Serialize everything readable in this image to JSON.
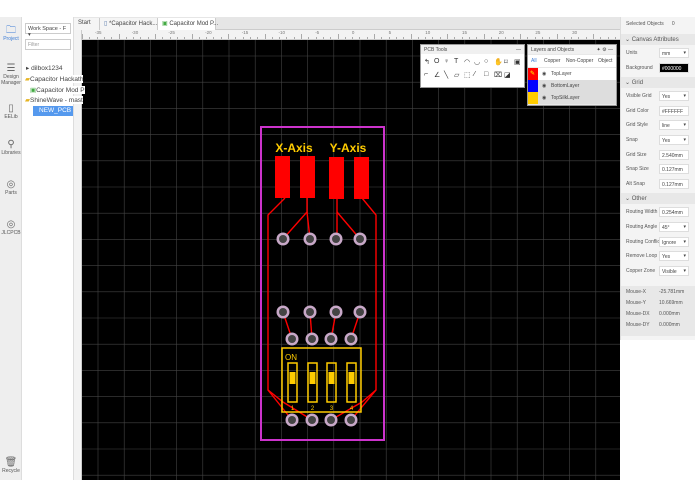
{
  "sidebar": {
    "items": [
      {
        "label": "Project",
        "icon": "folder-icon",
        "glyph": "🗀"
      },
      {
        "label": "Design Manager",
        "icon": "list-icon",
        "glyph": "☰"
      },
      {
        "label": "EELib",
        "icon": "chip-icon",
        "glyph": "▯"
      },
      {
        "label": "Libraries",
        "icon": "search-icon",
        "glyph": "⚲"
      },
      {
        "label": "Parts",
        "icon": "parts-icon",
        "glyph": "◎"
      },
      {
        "label": "JLCPCB",
        "icon": "jlcpcb-icon",
        "glyph": "◎"
      },
      {
        "label": "Recycle",
        "icon": "trash-icon",
        "glyph": "🗑"
      }
    ]
  },
  "tree": {
    "workspace": "Work Space - F",
    "filter_placeholder": "Filter",
    "items": [
      "dilbox1234",
      "Capacitor Hackath",
      "Capacitor Mod P",
      "ShineWave - mast",
      "NEW_PCB"
    ]
  },
  "tabs": [
    "Start",
    "*Capacitor Hack...",
    "Capacitor Mod P..."
  ],
  "ruler": [
    "-35",
    "-30",
    "-25",
    "-20",
    "-15",
    "-10",
    "-5",
    "0",
    "5",
    "10",
    "15",
    "20",
    "25",
    "30"
  ],
  "pcb_tools": {
    "title": "PCB Tools",
    "row1": [
      "↰",
      "O",
      "♀",
      "T",
      "◠",
      "◡",
      "○",
      "✋",
      "⌑",
      "▣"
    ],
    "row2": [
      "⌐",
      "∠",
      "╲",
      "▱",
      "⬚",
      "⁄",
      "□",
      "⌧",
      "◪"
    ]
  },
  "layers": {
    "title": "Layers and Objects",
    "tabs": [
      "All",
      "Copper",
      "Non-Copper",
      "Object"
    ],
    "items": [
      {
        "name": "TopLayer",
        "color": "#ff0000"
      },
      {
        "name": "BottomLayer",
        "color": "#0000ff"
      },
      {
        "name": "TopSilkLayer",
        "color": "#ffcc00"
      }
    ]
  },
  "board": {
    "labels": [
      "X-Axis",
      "Y-Axis"
    ],
    "switch_label": "ON",
    "switch_numbers": [
      "1",
      "2",
      "3",
      "4"
    ],
    "outline_color": "#cc33cc",
    "copper_color": "#ff0000",
    "silk_color": "#ffcc00"
  },
  "props": {
    "selected_label": "Selected Objects",
    "selected_count": "0",
    "canvas_title": "Canvas Attributes",
    "canvas": [
      {
        "label": "Units",
        "value": "mm",
        "dd": true
      },
      {
        "label": "Background",
        "value": "#000000",
        "dd": false
      }
    ],
    "grid_title": "Grid",
    "grid": [
      {
        "label": "Visible Grid",
        "value": "Yes",
        "dd": true
      },
      {
        "label": "Grid Color",
        "value": "#FFFFFF",
        "dd": false
      },
      {
        "label": "Grid Style",
        "value": "line",
        "dd": true
      },
      {
        "label": "Snap",
        "value": "Yes",
        "dd": true
      },
      {
        "label": "Grid Size",
        "value": "2.540mm",
        "dd": false
      },
      {
        "label": "Snap Size",
        "value": "0.127mm",
        "dd": false
      },
      {
        "label": "Alt Snap",
        "value": "0.127mm",
        "dd": false
      }
    ],
    "other_title": "Other",
    "other": [
      {
        "label": "Routing Width",
        "value": "0.254mm",
        "dd": false
      },
      {
        "label": "Routing Angle",
        "value": "45°",
        "dd": true
      },
      {
        "label": "Routing Conflict",
        "value": "Ignore",
        "dd": true
      },
      {
        "label": "Remove Loop",
        "value": "Yes",
        "dd": true
      },
      {
        "label": "Copper Zone",
        "value": "Visible",
        "dd": true
      }
    ],
    "mouse": [
      {
        "label": "Mouse-X",
        "value": "-25.781mm"
      },
      {
        "label": "Mouse-Y",
        "value": "10.669mm"
      },
      {
        "label": "Mouse-DX",
        "value": "0.000mm"
      },
      {
        "label": "Mouse-DY",
        "value": "0.000mm"
      }
    ]
  }
}
